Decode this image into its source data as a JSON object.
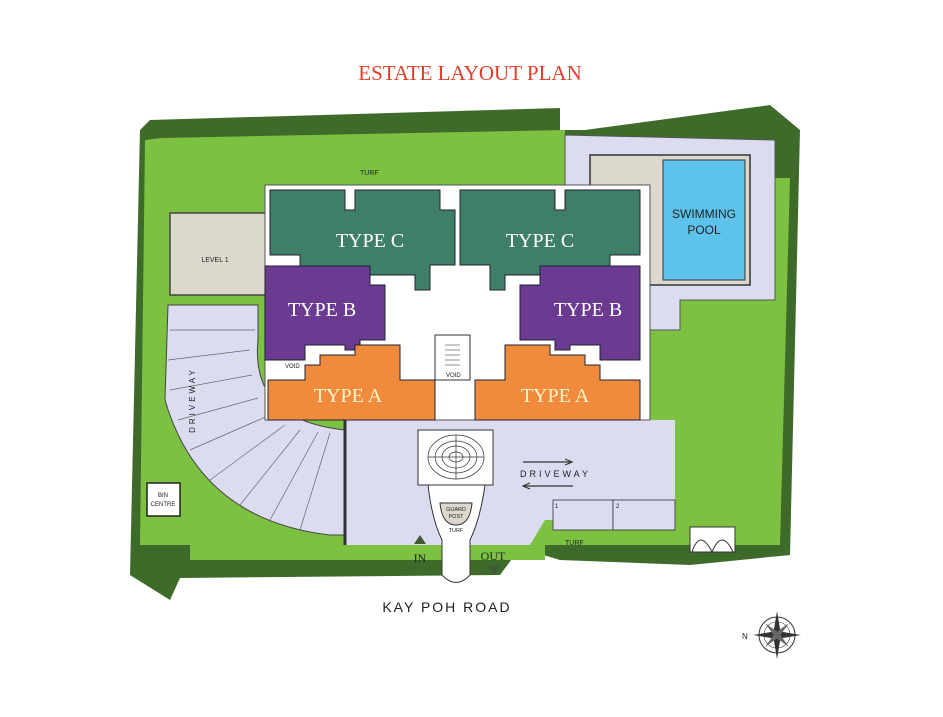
{
  "title": "ESTATE LAYOUT PLAN",
  "labels": {
    "turf_top": "TURF",
    "turf_bottom": "TURF",
    "turf_guard": "TURF",
    "level1": "LEVEL 1",
    "pool_line1": "SWIMMING",
    "pool_line2": "POOL",
    "driveway_left": "DRIVEWAY",
    "driveway_right": "DRIVEWAY",
    "bin_line1": "BIN",
    "bin_line2": "CENTRE",
    "guard_line1": "GUARD",
    "guard_line2": "POST",
    "in": "IN",
    "out": "OUT",
    "void_left": "VOID",
    "void_center": "VOID",
    "lot1": "1",
    "lot2": "2"
  },
  "units": {
    "type_c_left": "TYPE C",
    "type_c_right": "TYPE C",
    "type_b_left": "TYPE B",
    "type_b_right": "TYPE B",
    "type_a_left": "TYPE A",
    "type_a_right": "TYPE A"
  },
  "road": "KAY POH ROAD",
  "compass": {
    "north_label": "N"
  },
  "colors": {
    "title": "#e0402a",
    "grass": "#7cc142",
    "hedge": "#3f6b2a",
    "paving": "#dcdcf0",
    "type_c": "#3f7f6a",
    "type_b": "#6a3b91",
    "type_a": "#f08a3c",
    "pool": "#5ec3ec",
    "deck": "#ddd8cc"
  }
}
